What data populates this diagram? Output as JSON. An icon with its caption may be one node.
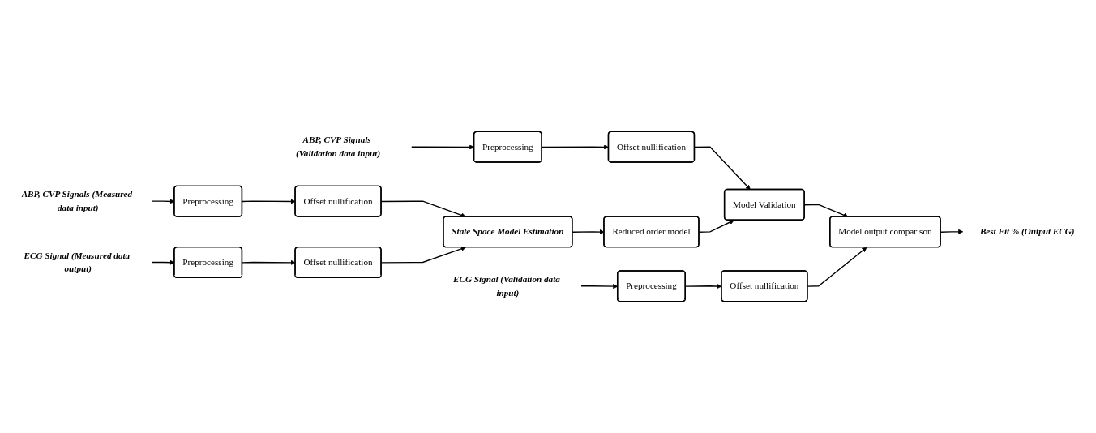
{
  "diagram": {
    "nodes": [
      {
        "text": [
          "ABP, CVP Signals (Validation data input)"
        ]
      },
      {
        "text": [
          "Preprocessing"
        ]
      },
      {
        "text": [
          "Offset nullification"
        ]
      },
      {
        "text": [
          "Preprocessing"
        ]
      },
      {
        "text": [
          "Offset nullification"
        ]
      },
      {
        "text": [
          "State Space Model Estimation"
        ]
      },
      {
        "text": [
          "Reduced order model"
        ]
      },
      {
        "text": [
          "Model Validation"
        ]
      },
      {
        "text": [
          "Model output comparison"
        ]
      },
      {
        "text": [
          "Best Fit % (Output ECG)"
        ]
      },
      {
        "text": [
          "ABP, CVP Signals (Measured data input)"
        ]
      },
      {
        "text": [
          "Offset nullification"
        ]
      },
      {
        "text": [
          "Preprocessing"
        ]
      },
      {
        "text": [
          "ECG Signal (Measured data output)"
        ]
      },
      {
        "text": [
          "Offset nullification"
        ]
      },
      {
        "text": [
          "Preprocessing"
        ]
      },
      {
        "text": [
          "ECG Signal (Validation data input)"
        ]
      }
    ],
    "edges": [
      {
        "from": 0,
        "to": 1,
        "arrow": "to"
      },
      {
        "from": 1,
        "to": 2,
        "arrow": "to"
      },
      {
        "from": 2,
        "to": 7,
        "arrow": "to"
      },
      {
        "from": 3,
        "to": 4,
        "arrow": "to"
      },
      {
        "from": 4,
        "to": 5,
        "arrow": "to"
      },
      {
        "from": 5,
        "to": 6,
        "arrow": "to"
      },
      {
        "from": 6,
        "to": 7,
        "arrow": "to"
      },
      {
        "from": 7,
        "to": 8,
        "arrow": "to"
      },
      {
        "from": 8,
        "to": 9,
        "arrow": "to"
      },
      {
        "from": 10,
        "to": 3,
        "arrow": "to"
      },
      {
        "from": 11,
        "to": 5,
        "arrow": "to"
      },
      {
        "from": 12,
        "to": 11,
        "arrow": "to"
      },
      {
        "from": 13,
        "to": 12,
        "arrow": "to"
      },
      {
        "from": 14,
        "to": 8,
        "arrow": "to"
      },
      {
        "from": 15,
        "to": 14,
        "arrow": "to"
      },
      {
        "from": 16,
        "to": 15,
        "arrow": "to"
      }
    ]
  }
}
